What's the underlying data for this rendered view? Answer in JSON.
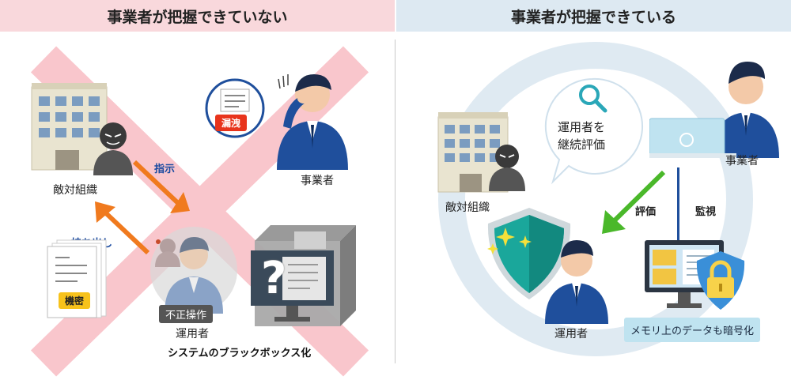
{
  "left": {
    "title": "事業者が把握できていない",
    "labels": {
      "hostile_org": "敵対組織",
      "instruction": "指示",
      "take_out": "持ち出し",
      "confidential": "機密",
      "leak": "漏洩",
      "operator_company": "事業者",
      "fraud_op": "不正操作",
      "operator": "運用者",
      "blackbox": "システムのブラックボックス化"
    }
  },
  "right": {
    "title": "事業者が把握できている",
    "labels": {
      "hostile_org": "敵対組織",
      "bubble_line1": "運用者を",
      "bubble_line2": "継続評価",
      "evaluation": "評価",
      "monitoring": "監視",
      "operator_company": "事業者",
      "operator": "運用者",
      "memory_encryption": "メモリ上のデータも暗号化"
    }
  },
  "colors": {
    "left_header_bg": "#f9d8dc",
    "right_header_bg": "#dde9f2",
    "cross": "#f9c6cc",
    "orange_arrow": "#f07a1e",
    "green_arrow": "#4ab82a",
    "suit": "#1f4f9c",
    "shield": "#1aa79b"
  },
  "icons": [
    "building-icon",
    "hacker-icon",
    "document-icon",
    "magnifier-icon",
    "laptop-icon",
    "shield-icon",
    "lock-icon",
    "monitor-icon",
    "question-icon"
  ]
}
